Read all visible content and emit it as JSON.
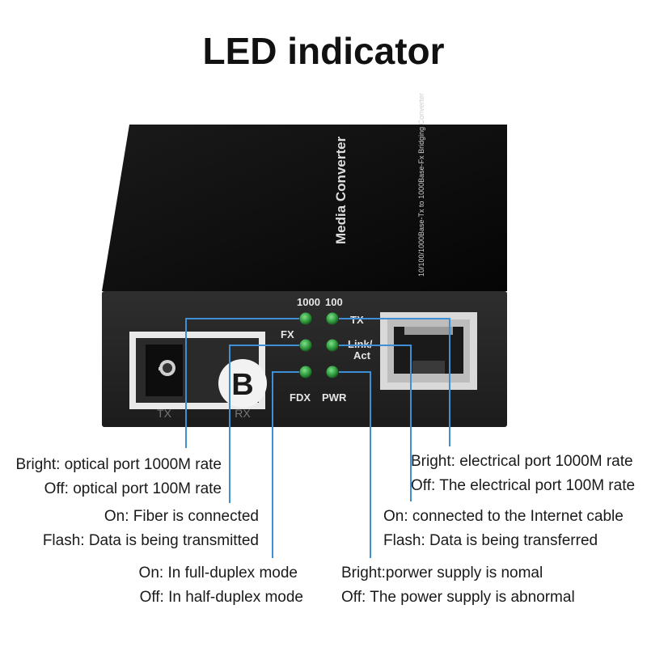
{
  "title": "LED indicator",
  "device": {
    "name": "Media Converter",
    "subtitle": "10/100/1000Base-Tx to 1000Base-Fx Bridging Converter",
    "led_labels": {
      "top_1000": "1000",
      "top_100": "100",
      "fx": "FX",
      "tx": "TX",
      "link": "Link/",
      "act": "Act",
      "fdx": "FDX",
      "pwr": "PWR"
    },
    "port_badge": "B",
    "port_tx": "TX",
    "port_rx": "RX"
  },
  "annotations": {
    "fx_rate": {
      "line1": "Bright: optical port 1000M rate",
      "line2": "Off: optical port 100M rate"
    },
    "fx_link": {
      "line1": "On: Fiber is connected",
      "line2": "Flash: Data is being transmitted"
    },
    "fdx": {
      "line1": "On: In full-duplex mode",
      "line2": "Off: In half-duplex mode"
    },
    "tx_rate": {
      "line1": "Bright: electrical port 1000M rate",
      "line2": "Off: The electrical port 100M rate"
    },
    "tx_link": {
      "line1": "On: connected to the Internet cable",
      "line2": "Flash: Data is being transferred"
    },
    "pwr": {
      "line1": "Bright:porwer supply is nomal",
      "line2": "Off: The power supply is abnormal"
    }
  },
  "colors": {
    "line": "#3d8fd6",
    "led": "#2e9a3c",
    "device_front": "#262626",
    "device_top": "#0e0e0e"
  }
}
